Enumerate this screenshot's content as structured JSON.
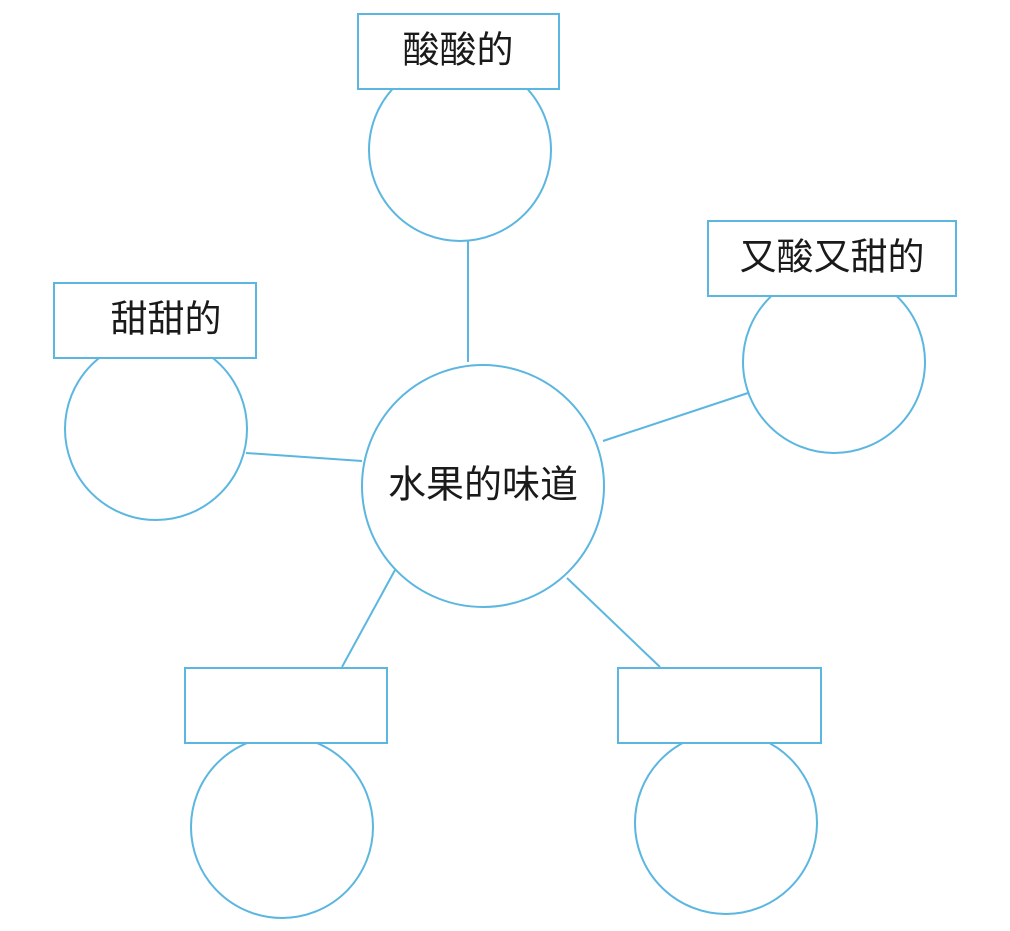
{
  "diagram": {
    "center": {
      "label": "水果的味道"
    },
    "branches": [
      {
        "id": "top",
        "label": "酸酸的"
      },
      {
        "id": "right",
        "label": "又酸又甜的"
      },
      {
        "id": "left",
        "label": "甜甜的"
      },
      {
        "id": "bottom-left",
        "label": ""
      },
      {
        "id": "bottom-right",
        "label": ""
      }
    ]
  },
  "colors": {
    "line": "#5bb6e0",
    "text": "#1a1a1a",
    "background": "#ffffff"
  }
}
